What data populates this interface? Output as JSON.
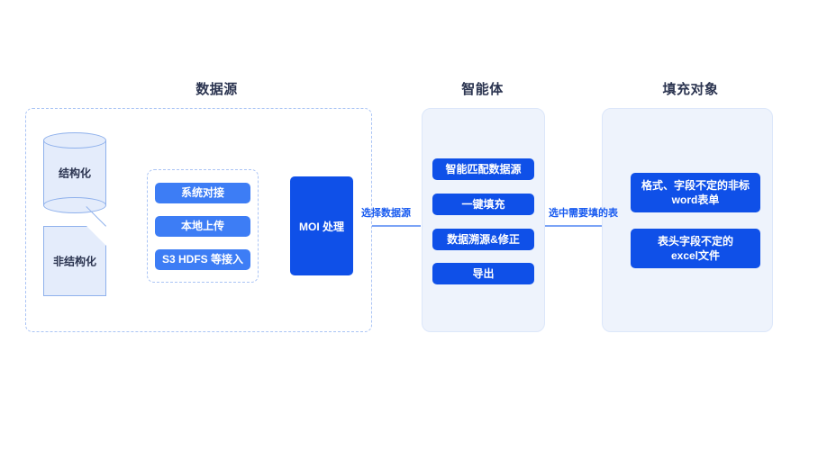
{
  "diagram": {
    "title_datasource": "数据源",
    "title_agent": "智能体",
    "title_target": "填充对象",
    "colors": {
      "accent_deep": "#0f50e8",
      "accent_light": "#3d7df5",
      "panel_bg": "#eef3fc",
      "shape_fill": "#e4ecfb",
      "shape_stroke": "#8fb1ec",
      "title_text": "#2b3450",
      "edge_label": "#1a5cf0",
      "dashed_border": "#aac4f5"
    }
  },
  "datasource": {
    "sources": [
      {
        "label": "结构化",
        "icon": "database-cylinder-icon"
      },
      {
        "label": "非结构化",
        "icon": "document-page-icon"
      }
    ],
    "ingest_methods": [
      {
        "label": "系统对接"
      },
      {
        "label": "本地上传"
      },
      {
        "label": "S3 HDFS 等接入"
      }
    ],
    "processor": {
      "label": "MOI 处理"
    }
  },
  "agent": {
    "capabilities": [
      {
        "label": "智能匹配数据源"
      },
      {
        "label": "一键填充"
      },
      {
        "label": "数据溯源&修正"
      },
      {
        "label": "导出"
      }
    ]
  },
  "target": {
    "objects": [
      {
        "line1": "格式、字段不定的非标",
        "line2": "word表单"
      },
      {
        "line1": "表头字段不定的",
        "line2": "excel文件"
      }
    ]
  },
  "edges": [
    {
      "label": "选择数据源",
      "direction": "left"
    },
    {
      "label": "选中需要填的表",
      "direction": "right"
    }
  ]
}
